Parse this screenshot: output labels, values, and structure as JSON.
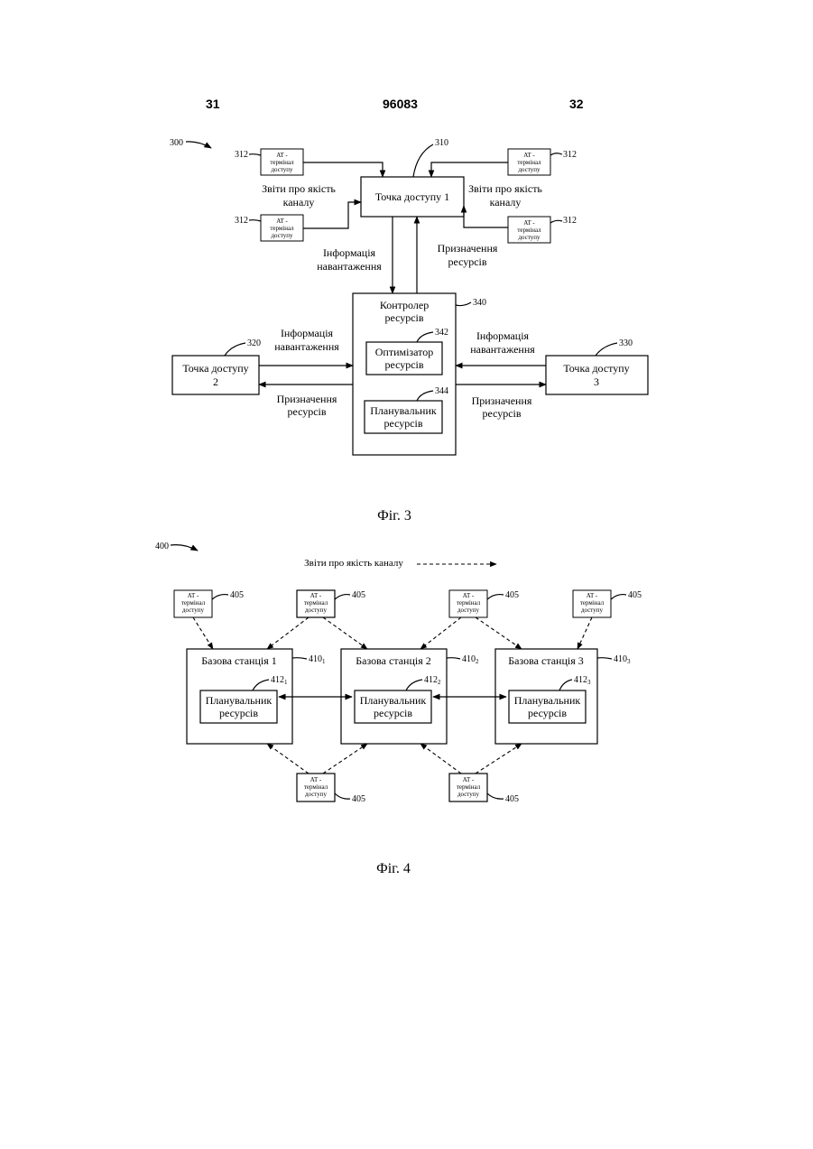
{
  "header": {
    "left_page": "31",
    "patent_number": "96083",
    "right_page": "32"
  },
  "fig3": {
    "ref_main": "300",
    "ap1": {
      "ref": "310",
      "label": "Точка доступу 1"
    },
    "terminal": {
      "ref": "312",
      "line1": "AT -",
      "line2": "термінал",
      "line3": "доступу"
    },
    "quality_left": {
      "line1": "Звіти про якість",
      "line2": "каналу"
    },
    "quality_right": {
      "line1": "Звіти про якість",
      "line2": "каналу"
    },
    "load_info_center": {
      "line1": "Інформація",
      "line2": "навантаження"
    },
    "assignment_center": {
      "line1": "Призначення",
      "line2": "ресурсів"
    },
    "controller": {
      "ref": "340",
      "line1": "Контролер",
      "line2": "ресурсів"
    },
    "optimizer": {
      "ref": "342",
      "line1": "Оптимізатор",
      "line2": "ресурсів"
    },
    "scheduler": {
      "ref": "344",
      "line1": "Планувальник",
      "line2": "ресурсів"
    },
    "ap2": {
      "ref": "320",
      "line1": "Точка доступу",
      "line2": "2"
    },
    "ap3": {
      "ref": "330",
      "line1": "Точка доступу",
      "line2": "3"
    },
    "load_info_left": {
      "line1": "Інформація",
      "line2": "навантаження"
    },
    "load_info_right": {
      "line1": "Інформація",
      "line2": "навантаження"
    },
    "assignment_left": {
      "line1": "Призначення",
      "line2": "ресурсів"
    },
    "assignment_right": {
      "line1": "Призначення",
      "line2": "ресурсів"
    },
    "caption": "Фіг. 3"
  },
  "fig4": {
    "ref_main": "400",
    "legend": "Звіти про якість каналу",
    "terminal": {
      "ref": "405",
      "line1": "AT -",
      "line2": "термінал",
      "line3": "доступу"
    },
    "bs1": {
      "label": "Базова станція 1",
      "ref": "410",
      "sub": "1"
    },
    "bs2": {
      "label": "Базова станція 2",
      "ref": "410",
      "sub": "2"
    },
    "bs3": {
      "label": "Базова станція 3",
      "ref": "410",
      "sub": "3"
    },
    "sch1": {
      "ref": "412",
      "sub": "1",
      "line1": "Планувальник",
      "line2": "ресурсів"
    },
    "sch2": {
      "ref": "412",
      "sub": "2",
      "line1": "Планувальник",
      "line2": "ресурсів"
    },
    "sch3": {
      "ref": "412",
      "sub": "3",
      "line1": "Планувальник",
      "line2": "ресурсів"
    },
    "caption": "Фіг. 4"
  }
}
